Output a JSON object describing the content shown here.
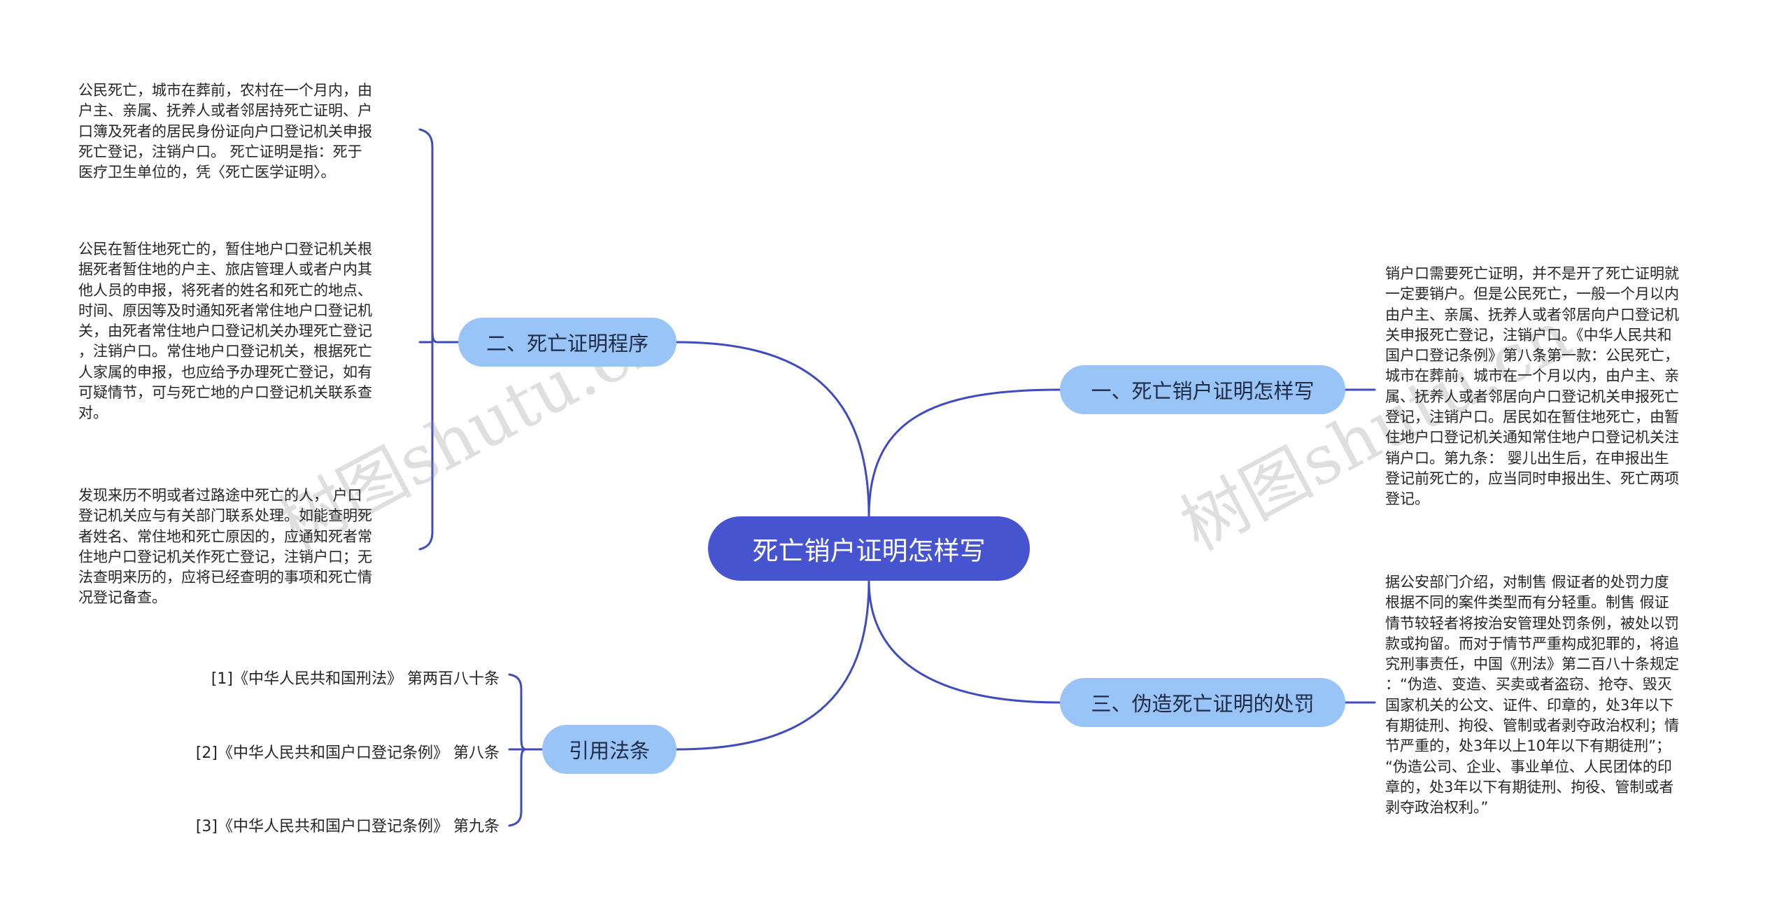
{
  "root": {
    "label": "死亡销户证明怎样写"
  },
  "branches": [
    {
      "id": "b1",
      "label": "一、死亡销户证明怎样写"
    },
    {
      "id": "b2",
      "label": "二、死亡证明程序"
    },
    {
      "id": "b3",
      "label": "三、伪造死亡证明的处罚"
    },
    {
      "id": "b4",
      "label": "引用法条"
    }
  ],
  "leaves": {
    "b1": [
      {
        "lines": [
          "销户口需要死亡证明，并不是开了死亡证明就",
          "一定要销户。但是公民死亡，一般一个月以内",
          "由户主、亲属、抚养人或者邻居向户口登记机",
          "关申报死亡登记，注销户口。《中华人民共和",
          "国户口登记条例》第八条第一款：公民死亡，",
          "城市在葬前，城市在一个月以内，由户主、亲",
          "属、抚养人或者邻居向户口登记机关申报死亡",
          "登记，注销户口。居民如在暂住地死亡，由暂",
          "住地户口登记机关通知常住地户口登记机关注",
          "销户口。第九条： 婴儿出生后，在申报出生",
          "登记前死亡的，应当同时申报出生、死亡两项",
          "登记。"
        ]
      }
    ],
    "b3": [
      {
        "lines": [
          "据公安部门介绍，对制售 假证者的处罚力度",
          "根据不同的案件类型而有分轻重。制售 假证",
          "情节较轻者将按治安管理处罚条例，被处以罚",
          "款或拘留。而对于情节严重构成犯罪的，将追",
          "究刑事责任，中国《刑法》第二百八十条规定",
          "：“伪造、变造、买卖或者盗窃、抢夺、毁灭",
          "国家机关的公文、证件、印章的，处3年以下",
          "有期徒刑、拘役、管制或者剥夺政治权利；情",
          "节严重的，处3年以上10年以下有期徒刑”；",
          "“伪造公司、企业、事业单位、人民团体的印",
          "章的，处3年以下有期徒刑、拘役、管制或者",
          "剥夺政治权利。”"
        ]
      }
    ],
    "b2": [
      {
        "lines": [
          "公民死亡，城市在葬前，农村在一个月内，由",
          "户主、亲属、抚养人或者邻居持死亡证明、户",
          "口簿及死者的居民身份证向户口登记机关申报",
          "死亡登记，注销户口。 死亡证明是指：死于",
          "医疗卫生单位的，凭〈死亡医学证明〉。"
        ]
      },
      {
        "lines": [
          "公民在暂住地死亡的，暂住地户口登记机关根",
          "据死者暂住地的户主、旅店管理人或者户内其",
          "他人员的申报，将死者的姓名和死亡的地点、",
          "时间、原因等及时通知死者常住地户口登记机",
          "关，由死者常住地户口登记机关办理死亡登记",
          "，注销户口。常住地户口登记机关，根据死亡",
          "人家属的申报，也应给予办理死亡登记，如有",
          "可疑情节，可与死亡地的户口登记机关联系查",
          "对。"
        ]
      },
      {
        "lines": [
          "发现来历不明或者过路途中死亡的人， 户口",
          "登记机关应与有关部门联系处理。如能查明死",
          "者姓名、常住地和死亡原因的，应通知死者常",
          "住地户口登记机关作死亡登记，注销户口；无",
          "法查明来历的，应将已经查明的事项和死亡情",
          "况登记备查。"
        ]
      }
    ],
    "b4": [
      {
        "text": "[1]《中华人民共和国刑法》 第两百八十条"
      },
      {
        "text": "[2]《中华人民共和国户口登记条例》 第八条"
      },
      {
        "text": "[3]《中华人民共和国户口登记条例》 第九条"
      }
    ]
  },
  "watermarks": [
    "树图shutu.cn",
    "树图shutu.cn"
  ],
  "colors": {
    "root_bg": "#4654cf",
    "branch_bg": "#99c4f8",
    "connector": "#3f4bbf",
    "text": "#262626"
  }
}
